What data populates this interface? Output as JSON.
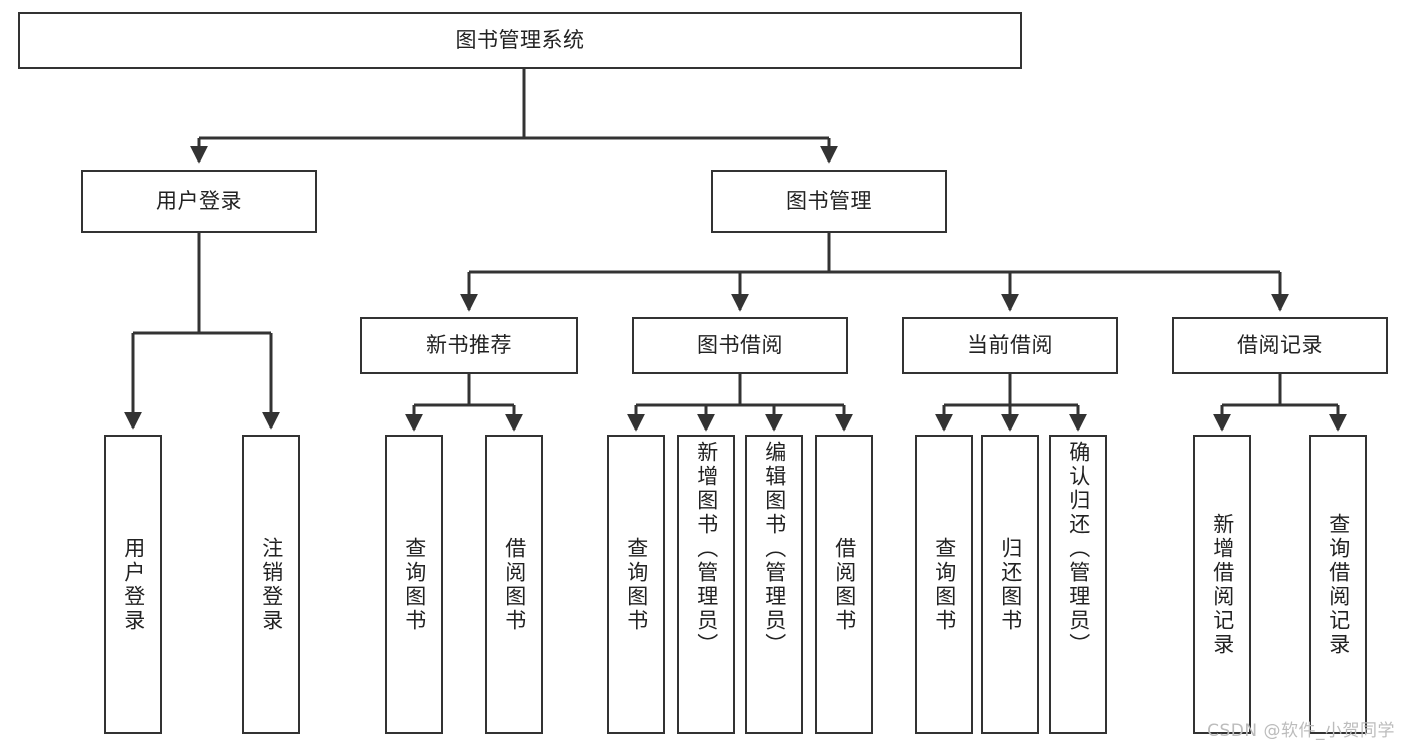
{
  "diagram": {
    "title": "图书管理系统",
    "type": "tree-hierarchy",
    "orientation": "top-down",
    "line_color": "#333333",
    "box_fill": "#ffffff",
    "box_border": "#333333",
    "text_color": "#222222",
    "nodes": {
      "root": "图书管理系统",
      "level2": [
        "用户登录",
        "图书管理"
      ],
      "level3": [
        "新书推荐",
        "图书借阅",
        "当前借阅",
        "借阅记录"
      ],
      "leaves_user_login": [
        "用户登录",
        "注销登录"
      ],
      "leaves_new_book": [
        "查询图书",
        "借阅图书"
      ],
      "leaves_borrow": [
        "查询图书",
        "新增图书（管理员）",
        "编辑图书（管理员）",
        "借阅图书"
      ],
      "leaves_current": [
        "查询图书",
        "归还图书",
        "确认归还（管理员）"
      ],
      "leaves_records": [
        "新增借阅记录",
        "查询借阅记录"
      ]
    }
  },
  "watermark": {
    "text": "CSDN @软件_小贺同学"
  }
}
